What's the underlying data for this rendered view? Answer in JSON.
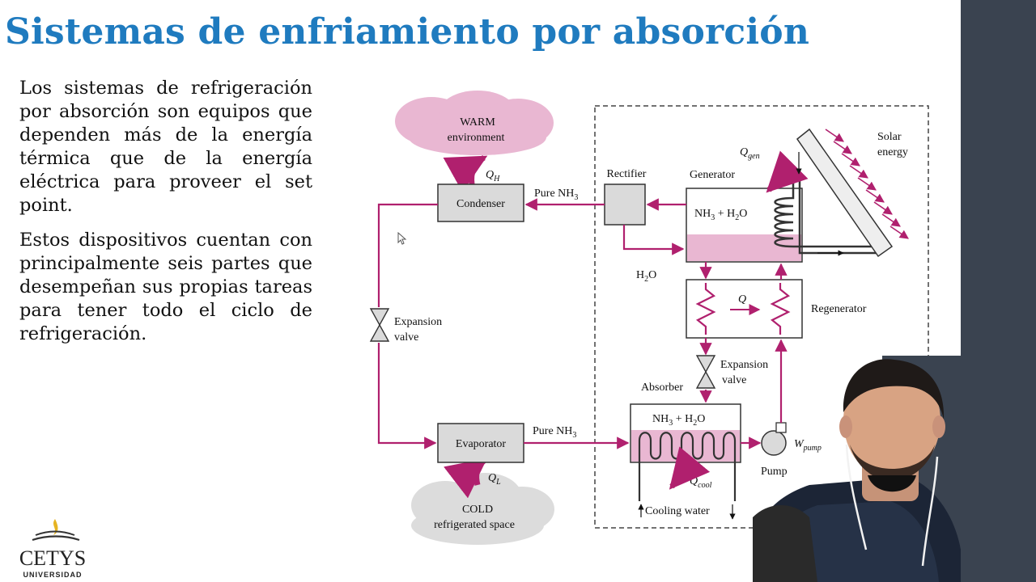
{
  "slide": {
    "title": "Sistemas de enfriamiento por absorción",
    "paragraphs": [
      "Los sistemas de refrigeración por absorción son equipos que dependen más de la energía térmica que de la energía eléctrica para proveer el set point.",
      "Estos dispositivos cuentan con principalmente seis partes que desempeñan sus propias tareas para tener todo el ciclo de refrigeración."
    ]
  },
  "diagram": {
    "warm_line1": "WARM",
    "warm_line2": "environment",
    "cold_line1": "COLD",
    "cold_line2": "refrigerated space",
    "condenser": "Condenser",
    "evaporator": "Evaporator",
    "rectifier": "Rectifier",
    "generator": "Generator",
    "regenerator": "Regenerator",
    "absorber": "Absorber",
    "pump": "Pump",
    "expansion_valve_1": "Expansion",
    "expansion_valve_2": "valve",
    "pure": "Pure NH",
    "three": "3",
    "solar_1": "Solar",
    "solar_2": "energy",
    "cooling_water": "Cooling water",
    "nh": "NH",
    "plus_h": " + H",
    "o": "O",
    "two": "2",
    "h2o_h": "H",
    "Q": "Q",
    "sub_H": "H",
    "sub_L": "L",
    "sub_gen": "gen",
    "sub_cool": "cool",
    "W": "W",
    "sub_pump": "pump"
  },
  "logo": {
    "name": "CETYS",
    "sub": "UNIVERSIDAD"
  },
  "colors": {
    "title": "#1f7bbf",
    "flow": "#b0206e",
    "fill_pink": "#e9b7d2",
    "box_gray": "#dadada",
    "sidebar": "#3a4350"
  }
}
